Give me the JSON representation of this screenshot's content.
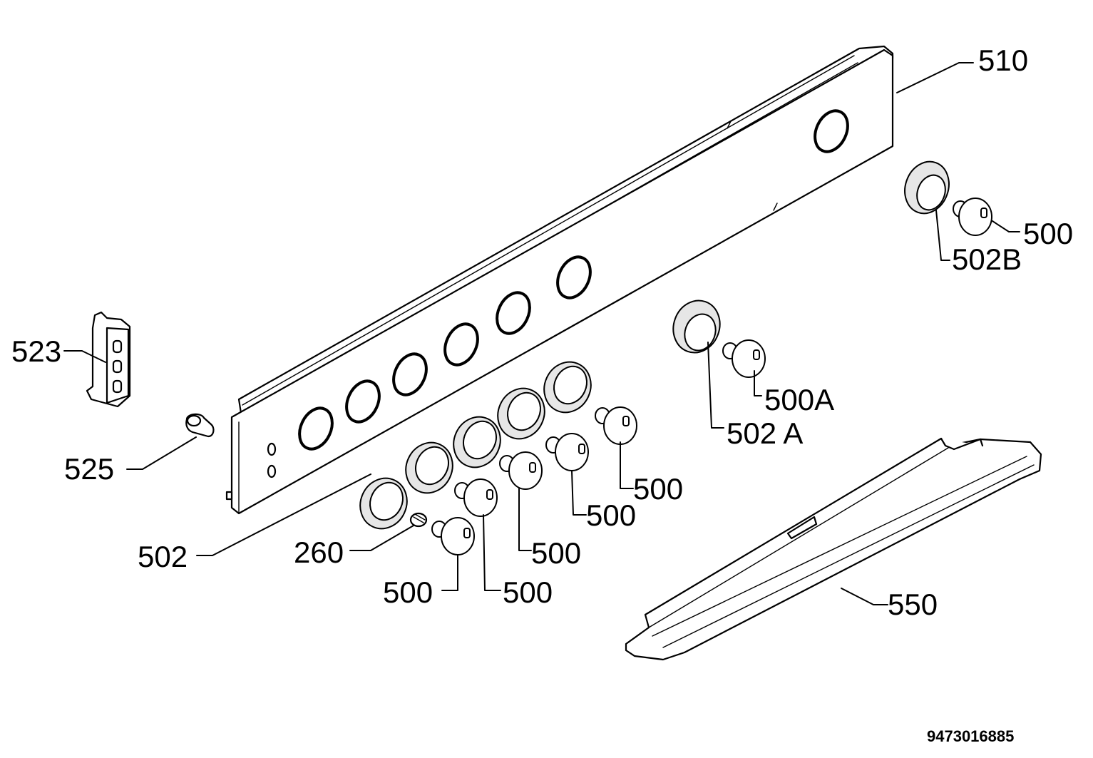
{
  "labels": {
    "l510": "510",
    "l500_r": "500",
    "l502b": "502B",
    "l523": "523",
    "l500a": "500A",
    "l502a": "502 A",
    "l525": "525",
    "l500_1": "500",
    "l500_2": "500",
    "l500_3": "500",
    "l502": "502",
    "l260": "260",
    "l500_4": "500",
    "l500_5": "500",
    "l550": "550"
  },
  "drawing_number": "9473016885"
}
